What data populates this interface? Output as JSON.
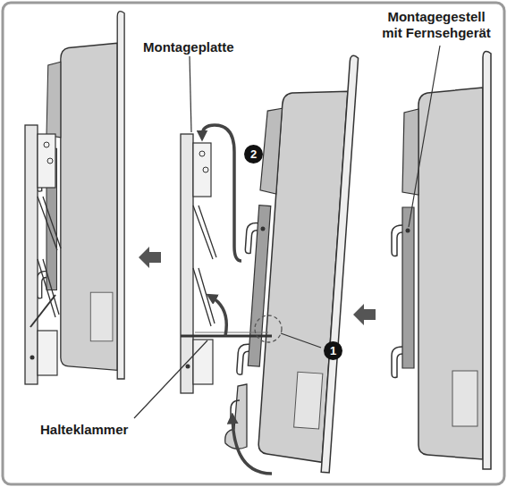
{
  "diagram": {
    "labels": [
      "Montageplatte",
      "Montagegestell mit Fernsehgerät",
      "2",
      "1",
      "Halteklammer"
    ]
  }
}
